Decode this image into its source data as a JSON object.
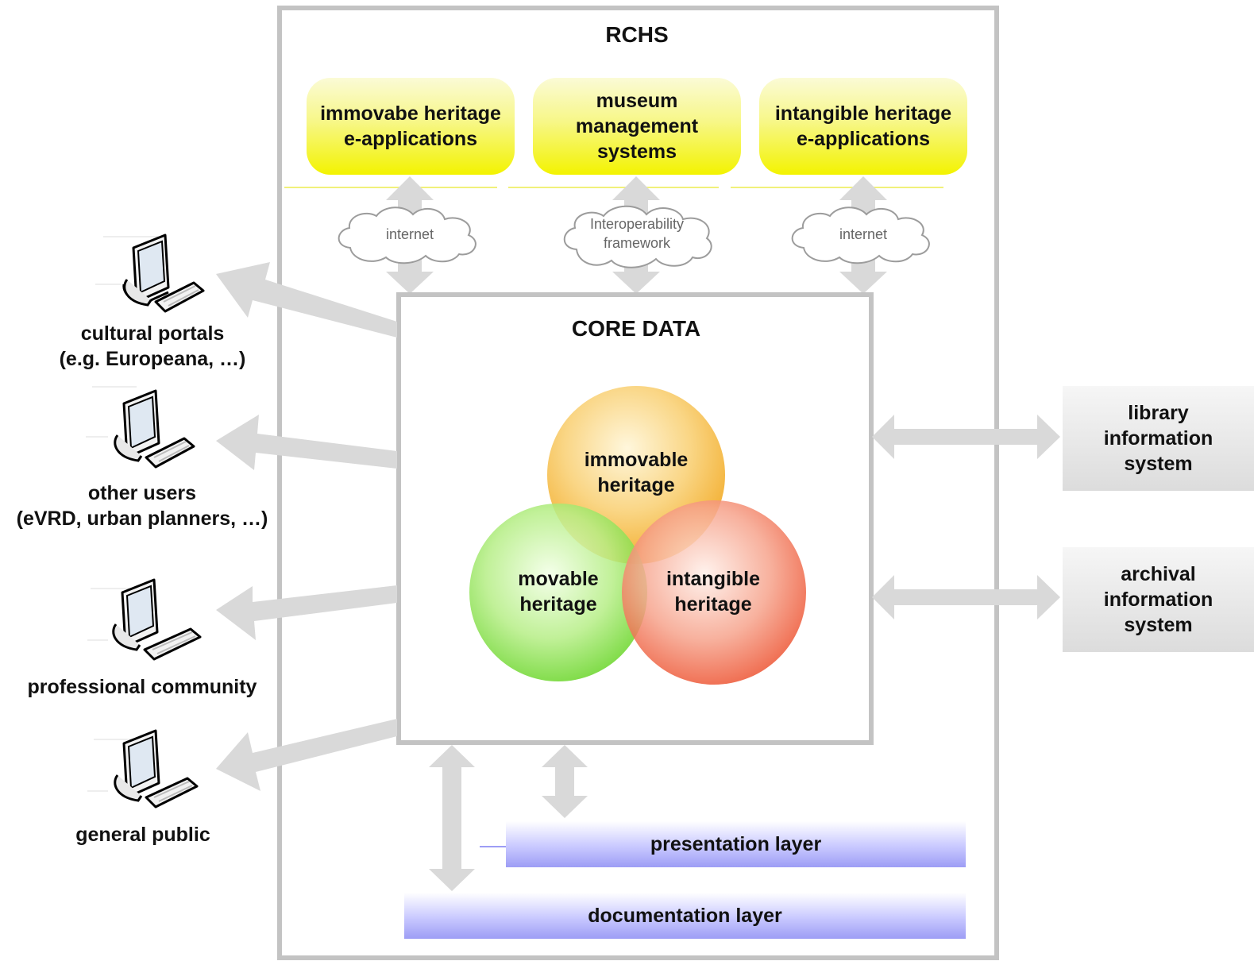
{
  "rchs": {
    "title": "RCHS"
  },
  "apps": [
    {
      "label": "immovabe heritage e-applications"
    },
    {
      "label": "museum management systems"
    },
    {
      "label": "intangible heritage e-applications"
    }
  ],
  "clouds": [
    {
      "label": "internet"
    },
    {
      "label": "Interoperability framework"
    },
    {
      "label": "internet"
    }
  ],
  "core": {
    "title": "CORE DATA",
    "circles": {
      "immovable": "immovable heritage",
      "movable": "movable heritage",
      "intangible": "intangible heritage"
    }
  },
  "users": [
    {
      "line1": "cultural portals",
      "line2": "(e.g. Europeana, …)"
    },
    {
      "line1": "other users",
      "line2": "(eVRD, urban planners, …)"
    },
    {
      "line1": "professional community"
    },
    {
      "line1": "general public"
    }
  ],
  "systems": {
    "library": "library information system",
    "archival": "archival information system"
  },
  "layers": {
    "presentation": "presentation layer",
    "documentation": "documentation layer"
  },
  "colors": {
    "app_yellow": "#f3f300",
    "circle_immovable": "#f5b531",
    "circle_movable": "#6fd62f",
    "circle_intangible": "#ef5533",
    "layer_blue": "#9d9df5",
    "arrow_gray": "#d9d9d9",
    "frame_gray": "#c3c3c3"
  },
  "icons": [
    "computer-icon"
  ]
}
